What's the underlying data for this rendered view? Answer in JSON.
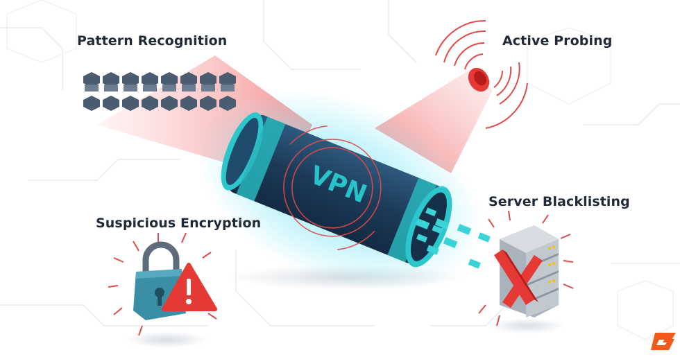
{
  "labels": {
    "pattern_recognition": "Pattern Recognition",
    "active_probing": "Active Probing",
    "server_blacklisting": "Server Blacklisting",
    "suspicious_encryption": "Suspicious Encryption"
  },
  "tunnel": {
    "text": "VPN"
  },
  "colors": {
    "tunnel_body": "#1e3f5f",
    "tunnel_rim": "#2cc7cc",
    "glow": "#7de6f5",
    "beam": "#f26b6b",
    "alert_red": "#e53935",
    "lock_teal": "#3b8fa5",
    "server_gray": "#c7ccd4",
    "logo_orange": "#f05a1a",
    "label_text": "#1f2937"
  },
  "icons": [
    "pixel-pattern-icon",
    "radar-emitter-icon",
    "vpn-tunnel-icon",
    "server-rack-icon",
    "red-cross-icon",
    "padlock-icon",
    "warning-triangle-icon",
    "brand-logo-icon"
  ]
}
